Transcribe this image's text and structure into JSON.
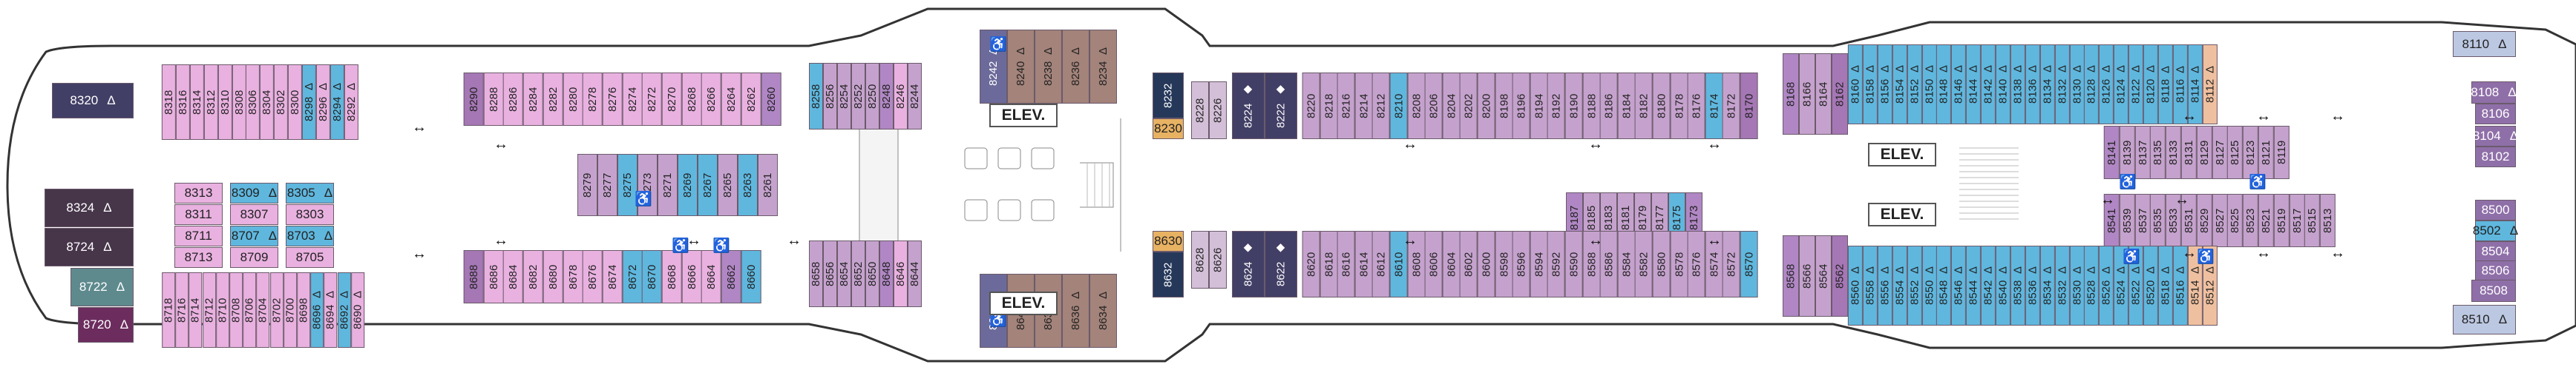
{
  "colors": {
    "P": "#e9b1e0",
    "L": "#c5a2cd",
    "V": "#9b85bf",
    "B": "#5fb7de",
    "T": "#b087c4",
    "M": "#a577b5",
    "D": "#423f66",
    "G": "#5e8a8e",
    "S": "#d3c0d8",
    "O": "#e8b263",
    "F": "#a3837a",
    "R": "#6c2d5e",
    "K": "#26385a",
    "N": "#8f6fa8",
    "Q": "#86b4c0",
    "W": "#efc0a0",
    "Y": "#f6c7ea",
    "Z": "#47354a",
    "X": "#bcc8e2",
    "C": "#6b6a9a",
    "J": "#7a5593"
  },
  "icons": {
    "balcony": "triangle-icon",
    "access": "wheelchair-icon",
    "connect": "double-arrow-icon",
    "diamond": "diamond-icon",
    "lamp": "lamp-icon"
  },
  "elevators": [
    "ELEV.",
    "ELEV.",
    "ELEV.",
    "ELEV."
  ],
  "cabins": [
    {
      "n": "8320",
      "c": "D",
      "t": "h",
      "s": "Δ"
    },
    {
      "n": "8324",
      "c": "Z",
      "t": "h",
      "s": "Δ"
    },
    {
      "n": "8724",
      "c": "Z",
      "t": "h",
      "s": "Δ"
    },
    {
      "n": "8722",
      "c": "G",
      "t": "h",
      "s": "Δ"
    },
    {
      "n": "8720",
      "c": "R",
      "t": "h",
      "s": "Δ"
    },
    {
      "n": "8318",
      "c": "P"
    },
    {
      "n": "8316",
      "c": "P"
    },
    {
      "n": "8314",
      "c": "P"
    },
    {
      "n": "8312",
      "c": "P"
    },
    {
      "n": "8310",
      "c": "P"
    },
    {
      "n": "8308",
      "c": "P"
    },
    {
      "n": "8306",
      "c": "P"
    },
    {
      "n": "8304",
      "c": "P"
    },
    {
      "n": "8302",
      "c": "P"
    },
    {
      "n": "8300",
      "c": "P"
    },
    {
      "n": "8298",
      "c": "B",
      "s": "Δ"
    },
    {
      "n": "8296",
      "c": "P",
      "s": "Δ"
    },
    {
      "n": "8294",
      "c": "B",
      "s": "Δ"
    },
    {
      "n": "8292",
      "c": "P",
      "s": "Δ"
    },
    {
      "n": "8313",
      "c": "P",
      "t": "h"
    },
    {
      "n": "8311",
      "c": "P",
      "t": "h"
    },
    {
      "n": "8711",
      "c": "P",
      "t": "h"
    },
    {
      "n": "8713",
      "c": "P",
      "t": "h"
    },
    {
      "n": "8309",
      "c": "B",
      "t": "h",
      "s": "Δ"
    },
    {
      "n": "8307",
      "c": "P",
      "t": "h"
    },
    {
      "n": "8707",
      "c": "B",
      "t": "h",
      "s": "Δ"
    },
    {
      "n": "8709",
      "c": "P",
      "t": "h"
    },
    {
      "n": "8305",
      "c": "B",
      "t": "h",
      "s": "Δ"
    },
    {
      "n": "8303",
      "c": "P",
      "t": "h"
    },
    {
      "n": "8703",
      "c": "B",
      "t": "h",
      "s": "Δ"
    },
    {
      "n": "8705",
      "c": "P",
      "t": "h"
    },
    {
      "n": "8718",
      "c": "P"
    },
    {
      "n": "8716",
      "c": "P"
    },
    {
      "n": "8714",
      "c": "P"
    },
    {
      "n": "8712",
      "c": "P"
    },
    {
      "n": "8710",
      "c": "P"
    },
    {
      "n": "8708",
      "c": "P"
    },
    {
      "n": "8706",
      "c": "P"
    },
    {
      "n": "8704",
      "c": "P"
    },
    {
      "n": "8702",
      "c": "P"
    },
    {
      "n": "8700",
      "c": "P"
    },
    {
      "n": "8698",
      "c": "P"
    },
    {
      "n": "8696",
      "c": "B",
      "s": "Δ"
    },
    {
      "n": "8694",
      "c": "P",
      "s": "Δ"
    },
    {
      "n": "8692",
      "c": "B",
      "s": "Δ"
    },
    {
      "n": "8690",
      "c": "P",
      "s": "Δ"
    },
    {
      "n": "8290",
      "c": "M"
    },
    {
      "n": "8288",
      "c": "P"
    },
    {
      "n": "8286",
      "c": "P"
    },
    {
      "n": "8284",
      "c": "P"
    },
    {
      "n": "8282",
      "c": "P"
    },
    {
      "n": "8280",
      "c": "P"
    },
    {
      "n": "8278",
      "c": "P"
    },
    {
      "n": "8276",
      "c": "P"
    },
    {
      "n": "8274",
      "c": "P"
    },
    {
      "n": "8272",
      "c": "P"
    },
    {
      "n": "8270",
      "c": "P"
    },
    {
      "n": "8268",
      "c": "P"
    },
    {
      "n": "8266",
      "c": "P"
    },
    {
      "n": "8264",
      "c": "P"
    },
    {
      "n": "8262",
      "c": "P"
    },
    {
      "n": "8260",
      "c": "T"
    },
    {
      "n": "8279",
      "c": "L"
    },
    {
      "n": "8277",
      "c": "L"
    },
    {
      "n": "8275",
      "c": "B"
    },
    {
      "n": "8273",
      "c": "L"
    },
    {
      "n": "8271",
      "c": "L"
    },
    {
      "n": "8269",
      "c": "B"
    },
    {
      "n": "8267",
      "c": "B"
    },
    {
      "n": "8265",
      "c": "L"
    },
    {
      "n": "8263",
      "c": "B"
    },
    {
      "n": "8261",
      "c": "L"
    },
    {
      "n": "8688",
      "c": "M"
    },
    {
      "n": "8686",
      "c": "P"
    },
    {
      "n": "8684",
      "c": "P"
    },
    {
      "n": "8682",
      "c": "P"
    },
    {
      "n": "8680",
      "c": "P"
    },
    {
      "n": "8678",
      "c": "P"
    },
    {
      "n": "8676",
      "c": "P"
    },
    {
      "n": "8674",
      "c": "P"
    },
    {
      "n": "8672",
      "c": "B"
    },
    {
      "n": "8670",
      "c": "B"
    },
    {
      "n": "8668",
      "c": "P"
    },
    {
      "n": "8666",
      "c": "P"
    },
    {
      "n": "8664",
      "c": "P"
    },
    {
      "n": "8662",
      "c": "T"
    },
    {
      "n": "8660",
      "c": "B"
    },
    {
      "n": "8258",
      "c": "B"
    },
    {
      "n": "8256",
      "c": "L"
    },
    {
      "n": "8254",
      "c": "L"
    },
    {
      "n": "8252",
      "c": "L"
    },
    {
      "n": "8250",
      "c": "L"
    },
    {
      "n": "8248",
      "c": "T"
    },
    {
      "n": "8246",
      "c": "P"
    },
    {
      "n": "8244",
      "c": "L"
    },
    {
      "n": "8242",
      "c": "C",
      "s": "Δ"
    },
    {
      "n": "8240",
      "c": "F",
      "s": "Δ"
    },
    {
      "n": "8238",
      "c": "F",
      "s": "Δ"
    },
    {
      "n": "8236",
      "c": "F",
      "s": "Δ"
    },
    {
      "n": "8234",
      "c": "F",
      "s": "Δ"
    },
    {
      "n": "8658",
      "c": "L"
    },
    {
      "n": "8656",
      "c": "L"
    },
    {
      "n": "8654",
      "c": "L"
    },
    {
      "n": "8652",
      "c": "L"
    },
    {
      "n": "8650",
      "c": "L"
    },
    {
      "n": "8648",
      "c": "T"
    },
    {
      "n": "8646",
      "c": "P"
    },
    {
      "n": "8644",
      "c": "L"
    },
    {
      "n": "8642",
      "c": "C",
      "s": "Δ"
    },
    {
      "n": "8640",
      "c": "F",
      "s": "Δ"
    },
    {
      "n": "8638",
      "c": "F",
      "s": "Δ"
    },
    {
      "n": "8636",
      "c": "F",
      "s": "Δ"
    },
    {
      "n": "8634",
      "c": "F",
      "s": "Δ"
    },
    {
      "n": "8232",
      "c": "K"
    },
    {
      "n": "8230",
      "c": "O",
      "t": "h"
    },
    {
      "n": "8630",
      "c": "O",
      "t": "h"
    },
    {
      "n": "8632",
      "c": "K"
    },
    {
      "n": "8228",
      "c": "S"
    },
    {
      "n": "8226",
      "c": "S"
    },
    {
      "n": "8224",
      "c": "D",
      "s": "◆"
    },
    {
      "n": "8222",
      "c": "D",
      "s": "◆"
    },
    {
      "n": "8628",
      "c": "S"
    },
    {
      "n": "8626",
      "c": "S"
    },
    {
      "n": "8624",
      "c": "D",
      "s": "◆"
    },
    {
      "n": "8622",
      "c": "D",
      "s": "◆"
    },
    {
      "n": "8220",
      "c": "L"
    },
    {
      "n": "8218",
      "c": "L"
    },
    {
      "n": "8216",
      "c": "L"
    },
    {
      "n": "8214",
      "c": "L"
    },
    {
      "n": "8212",
      "c": "L"
    },
    {
      "n": "8210",
      "c": "B"
    },
    {
      "n": "8208",
      "c": "L"
    },
    {
      "n": "8206",
      "c": "L"
    },
    {
      "n": "8204",
      "c": "L"
    },
    {
      "n": "8202",
      "c": "L"
    },
    {
      "n": "8200",
      "c": "L"
    },
    {
      "n": "8198",
      "c": "L"
    },
    {
      "n": "8196",
      "c": "L"
    },
    {
      "n": "8194",
      "c": "L"
    },
    {
      "n": "8192",
      "c": "L"
    },
    {
      "n": "8190",
      "c": "L"
    },
    {
      "n": "8188",
      "c": "L"
    },
    {
      "n": "8186",
      "c": "L"
    },
    {
      "n": "8184",
      "c": "L"
    },
    {
      "n": "8182",
      "c": "L"
    },
    {
      "n": "8180",
      "c": "L"
    },
    {
      "n": "8178",
      "c": "L"
    },
    {
      "n": "8176",
      "c": "L"
    },
    {
      "n": "8174",
      "c": "B"
    },
    {
      "n": "8172",
      "c": "L"
    },
    {
      "n": "8170",
      "c": "M"
    },
    {
      "n": "8187",
      "c": "T"
    },
    {
      "n": "8185",
      "c": "L"
    },
    {
      "n": "8183",
      "c": "L"
    },
    {
      "n": "8181",
      "c": "L"
    },
    {
      "n": "8179",
      "c": "L"
    },
    {
      "n": "8177",
      "c": "L"
    },
    {
      "n": "8175",
      "c": "B"
    },
    {
      "n": "8173",
      "c": "T"
    },
    {
      "n": "8620",
      "c": "L"
    },
    {
      "n": "8618",
      "c": "L"
    },
    {
      "n": "8616",
      "c": "L"
    },
    {
      "n": "8614",
      "c": "L"
    },
    {
      "n": "8612",
      "c": "L"
    },
    {
      "n": "8610",
      "c": "B"
    },
    {
      "n": "8608",
      "c": "L"
    },
    {
      "n": "8606",
      "c": "L"
    },
    {
      "n": "8604",
      "c": "L"
    },
    {
      "n": "8602",
      "c": "L"
    },
    {
      "n": "8600",
      "c": "L"
    },
    {
      "n": "8598",
      "c": "L"
    },
    {
      "n": "8596",
      "c": "L"
    },
    {
      "n": "8594",
      "c": "L"
    },
    {
      "n": "8592",
      "c": "L"
    },
    {
      "n": "8590",
      "c": "L"
    },
    {
      "n": "8588",
      "c": "L"
    },
    {
      "n": "8586",
      "c": "L"
    },
    {
      "n": "8584",
      "c": "L"
    },
    {
      "n": "8582",
      "c": "L"
    },
    {
      "n": "8580",
      "c": "L"
    },
    {
      "n": "8578",
      "c": "L"
    },
    {
      "n": "8576",
      "c": "L"
    },
    {
      "n": "8574",
      "c": "L"
    },
    {
      "n": "8572",
      "c": "L"
    },
    {
      "n": "8570",
      "c": "B"
    },
    {
      "n": "8168",
      "c": "T"
    },
    {
      "n": "8166",
      "c": "L"
    },
    {
      "n": "8164",
      "c": "L"
    },
    {
      "n": "8162",
      "c": "M"
    },
    {
      "n": "8568",
      "c": "T"
    },
    {
      "n": "8566",
      "c": "L"
    },
    {
      "n": "8564",
      "c": "L"
    },
    {
      "n": "8562",
      "c": "M"
    },
    {
      "n": "8160",
      "c": "B",
      "s": "Δ"
    },
    {
      "n": "8158",
      "c": "B",
      "s": "Δ"
    },
    {
      "n": "8156",
      "c": "B",
      "s": "Δ"
    },
    {
      "n": "8154",
      "c": "B",
      "s": "Δ"
    },
    {
      "n": "8152",
      "c": "B",
      "s": "Δ"
    },
    {
      "n": "8150",
      "c": "B",
      "s": "Δ"
    },
    {
      "n": "8148",
      "c": "B",
      "s": "Δ"
    },
    {
      "n": "8146",
      "c": "B",
      "s": "Δ"
    },
    {
      "n": "8144",
      "c": "B",
      "s": "Δ"
    },
    {
      "n": "8142",
      "c": "B",
      "s": "Δ"
    },
    {
      "n": "8140",
      "c": "B",
      "s": "Δ"
    },
    {
      "n": "8138",
      "c": "B",
      "s": "Δ"
    },
    {
      "n": "8136",
      "c": "B",
      "s": "Δ"
    },
    {
      "n": "8134",
      "c": "B",
      "s": "Δ"
    },
    {
      "n": "8132",
      "c": "B",
      "s": "Δ"
    },
    {
      "n": "8130",
      "c": "B",
      "s": "Δ"
    },
    {
      "n": "8128",
      "c": "B",
      "s": "Δ"
    },
    {
      "n": "8126",
      "c": "B",
      "s": "Δ"
    },
    {
      "n": "8124",
      "c": "B",
      "s": "Δ"
    },
    {
      "n": "8122",
      "c": "B",
      "s": "Δ"
    },
    {
      "n": "8120",
      "c": "B",
      "s": "Δ"
    },
    {
      "n": "8118",
      "c": "B",
      "s": "Δ"
    },
    {
      "n": "8116",
      "c": "B",
      "s": "Δ"
    },
    {
      "n": "8114",
      "c": "B",
      "s": "Δ"
    },
    {
      "n": "8112",
      "c": "W",
      "s": "Δ"
    },
    {
      "n": "8141",
      "c": "T"
    },
    {
      "n": "8139",
      "c": "L"
    },
    {
      "n": "8137",
      "c": "L"
    },
    {
      "n": "8135",
      "c": "L"
    },
    {
      "n": "8133",
      "c": "L"
    },
    {
      "n": "8131",
      "c": "L"
    },
    {
      "n": "8129",
      "c": "L"
    },
    {
      "n": "8127",
      "c": "L"
    },
    {
      "n": "8125",
      "c": "L"
    },
    {
      "n": "8123",
      "c": "L"
    },
    {
      "n": "8121",
      "c": "L"
    },
    {
      "n": "8119",
      "c": "L"
    },
    {
      "n": "8541",
      "c": "T"
    },
    {
      "n": "8539",
      "c": "L"
    },
    {
      "n": "8537",
      "c": "L"
    },
    {
      "n": "8535",
      "c": "L"
    },
    {
      "n": "8533",
      "c": "L"
    },
    {
      "n": "8531",
      "c": "L"
    },
    {
      "n": "8529",
      "c": "L"
    },
    {
      "n": "8527",
      "c": "L"
    },
    {
      "n": "8525",
      "c": "L"
    },
    {
      "n": "8523",
      "c": "L"
    },
    {
      "n": "8521",
      "c": "L"
    },
    {
      "n": "8519",
      "c": "L"
    },
    {
      "n": "8517",
      "c": "L"
    },
    {
      "n": "8515",
      "c": "L"
    },
    {
      "n": "8513",
      "c": "L"
    },
    {
      "n": "8560",
      "c": "B",
      "s": "Δ"
    },
    {
      "n": "8558",
      "c": "B",
      "s": "Δ"
    },
    {
      "n": "8556",
      "c": "B",
      "s": "Δ"
    },
    {
      "n": "8554",
      "c": "B",
      "s": "Δ"
    },
    {
      "n": "8552",
      "c": "B",
      "s": "Δ"
    },
    {
      "n": "8550",
      "c": "B",
      "s": "Δ"
    },
    {
      "n": "8548",
      "c": "B",
      "s": "Δ"
    },
    {
      "n": "8546",
      "c": "B",
      "s": "Δ"
    },
    {
      "n": "8544",
      "c": "B",
      "s": "Δ"
    },
    {
      "n": "8542",
      "c": "B",
      "s": "Δ"
    },
    {
      "n": "8540",
      "c": "B",
      "s": "Δ"
    },
    {
      "n": "8538",
      "c": "B",
      "s": "Δ"
    },
    {
      "n": "8536",
      "c": "B",
      "s": "Δ"
    },
    {
      "n": "8534",
      "c": "B",
      "s": "Δ"
    },
    {
      "n": "8532",
      "c": "B",
      "s": "Δ"
    },
    {
      "n": "8530",
      "c": "B",
      "s": "Δ"
    },
    {
      "n": "8528",
      "c": "B",
      "s": "Δ"
    },
    {
      "n": "8526",
      "c": "B",
      "s": "Δ"
    },
    {
      "n": "8524",
      "c": "B",
      "s": "Δ"
    },
    {
      "n": "8522",
      "c": "B",
      "s": "Δ"
    },
    {
      "n": "8520",
      "c": "B",
      "s": "Δ"
    },
    {
      "n": "8518",
      "c": "B",
      "s": "Δ"
    },
    {
      "n": "8516",
      "c": "B",
      "s": "Δ"
    },
    {
      "n": "8514",
      "c": "W",
      "s": "Δ"
    },
    {
      "n": "8512",
      "c": "W",
      "s": "Δ"
    },
    {
      "n": "8110",
      "c": "X",
      "t": "h",
      "s": "Δ"
    },
    {
      "n": "8108",
      "c": "N",
      "t": "h",
      "s": "Δ"
    },
    {
      "n": "8106",
      "c": "N",
      "t": "h"
    },
    {
      "n": "8104",
      "c": "N",
      "t": "h",
      "s": "Δ"
    },
    {
      "n": "8102",
      "c": "N",
      "t": "h"
    },
    {
      "n": "8500",
      "c": "N",
      "t": "h"
    },
    {
      "n": "8502",
      "c": "B",
      "t": "h",
      "s": "Δ"
    },
    {
      "n": "8504",
      "c": "N",
      "t": "h"
    },
    {
      "n": "8506",
      "c": "N",
      "t": "h"
    },
    {
      "n": "8508",
      "c": "N",
      "t": "h"
    },
    {
      "n": "8510",
      "c": "X",
      "t": "h",
      "s": "Δ"
    }
  ]
}
